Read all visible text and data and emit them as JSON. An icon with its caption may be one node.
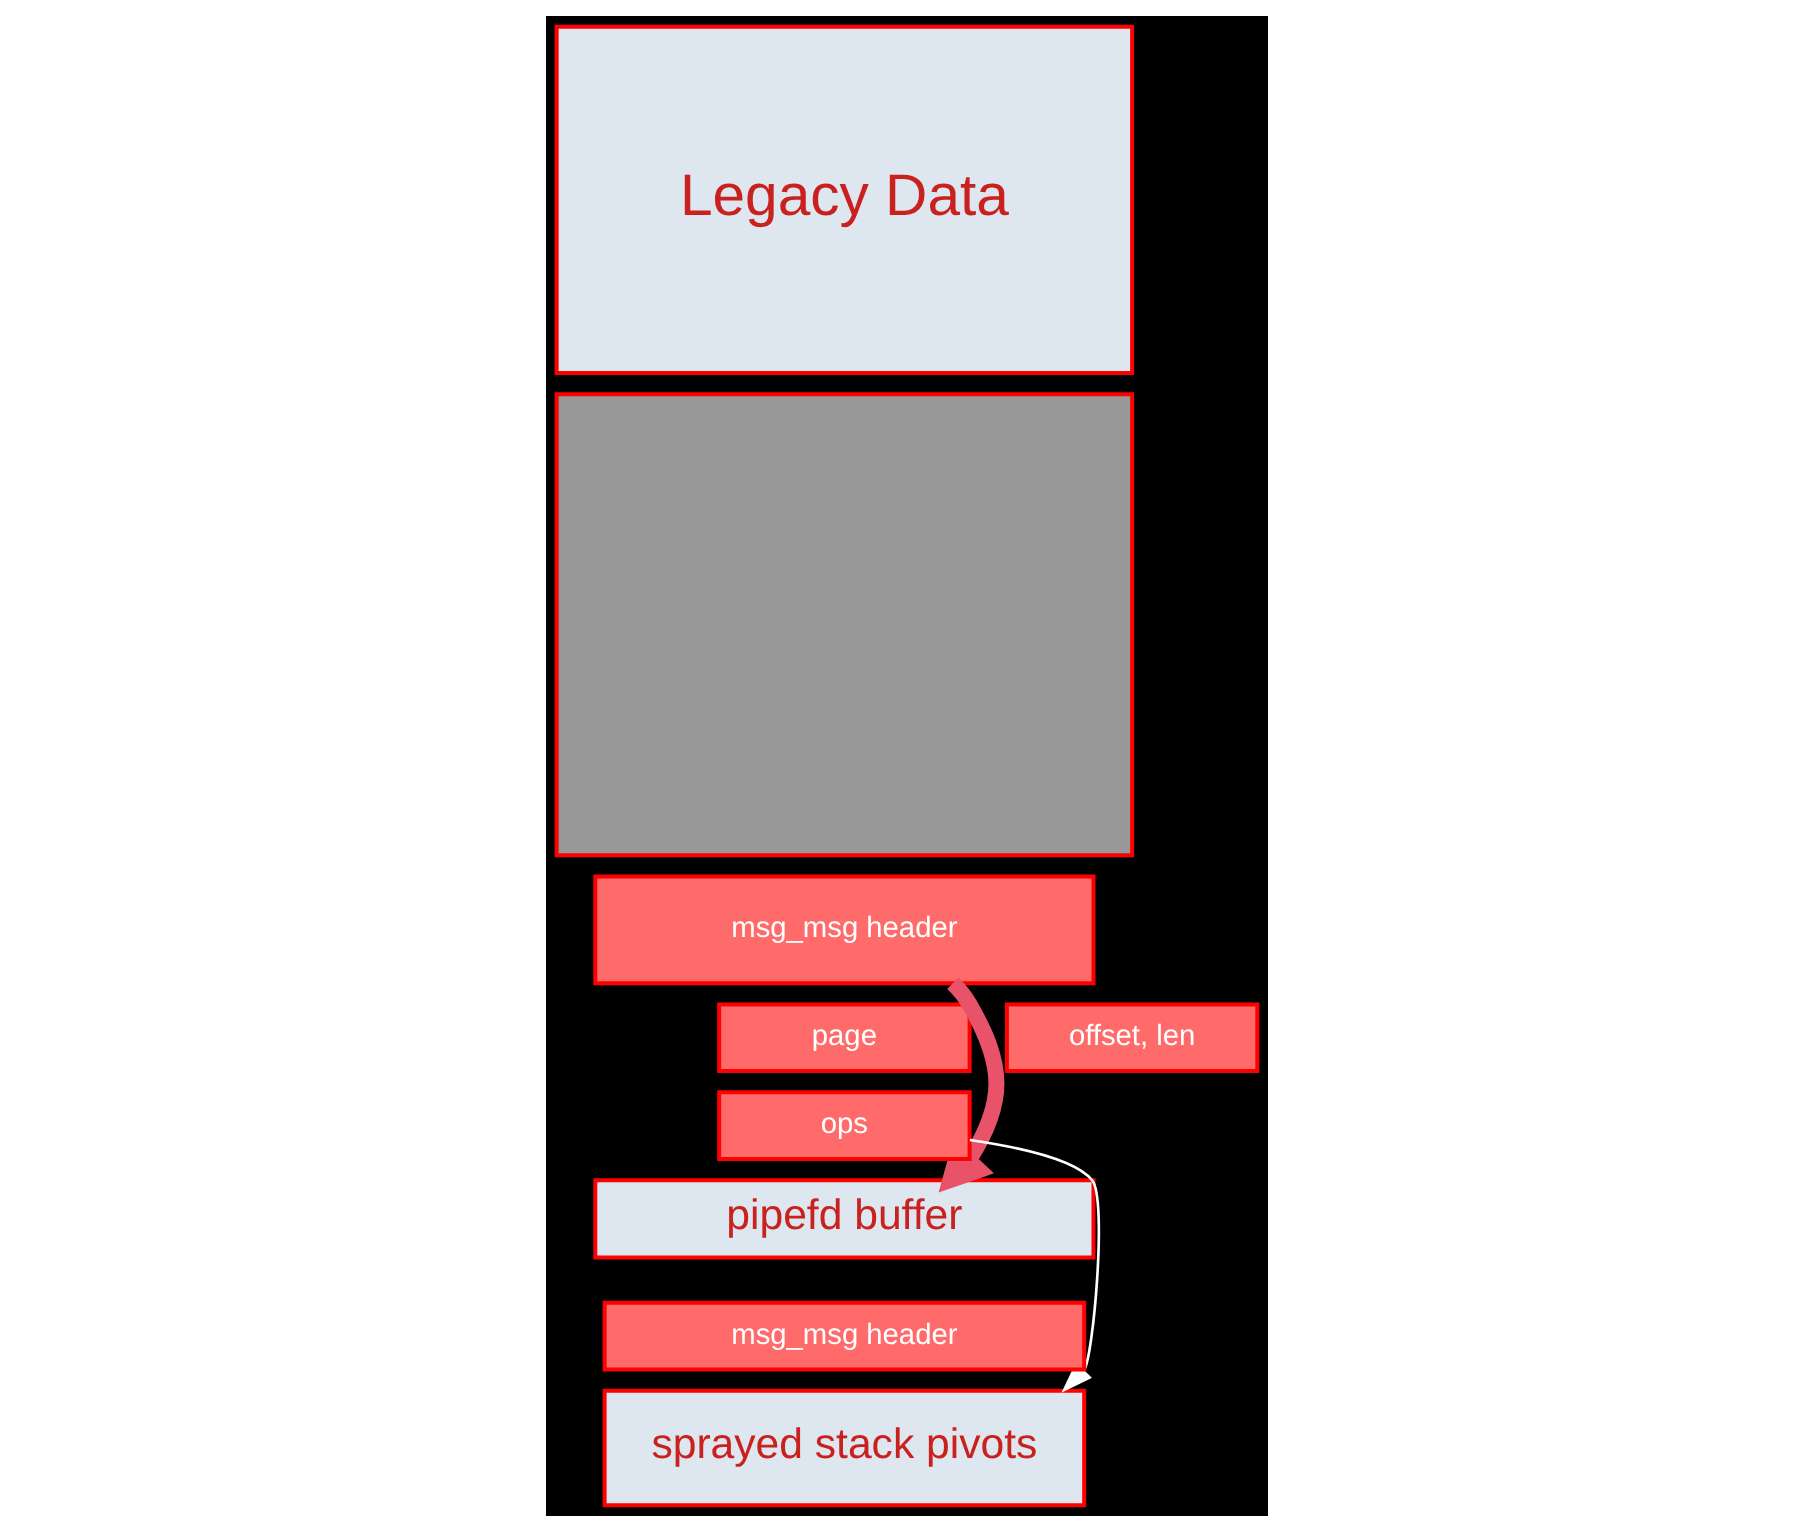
{
  "diagram": {
    "nodes": [
      {
        "text": [
          "Legacy Data"
        ]
      },
      {
        "text": [],
        "shape": "box"
      },
      {
        "text": [
          "msg_msg header"
        ]
      },
      {
        "text": [
          "page"
        ]
      },
      {
        "text": [
          "offset, len"
        ]
      },
      {
        "text": [
          "ops"
        ]
      },
      {
        "text": [
          "pipefd buffer"
        ]
      },
      {
        "text": [
          "msg_msg header"
        ]
      },
      {
        "text": [
          "sprayed stack pivots"
        ]
      }
    ],
    "edges": [
      {
        "from": 2,
        "to": 6,
        "arrow": "to",
        "style": "thick",
        "color": "#e8536a"
      },
      {
        "from": 5,
        "to": 8,
        "arrow": "to",
        "color": "#ffffff"
      }
    ]
  }
}
